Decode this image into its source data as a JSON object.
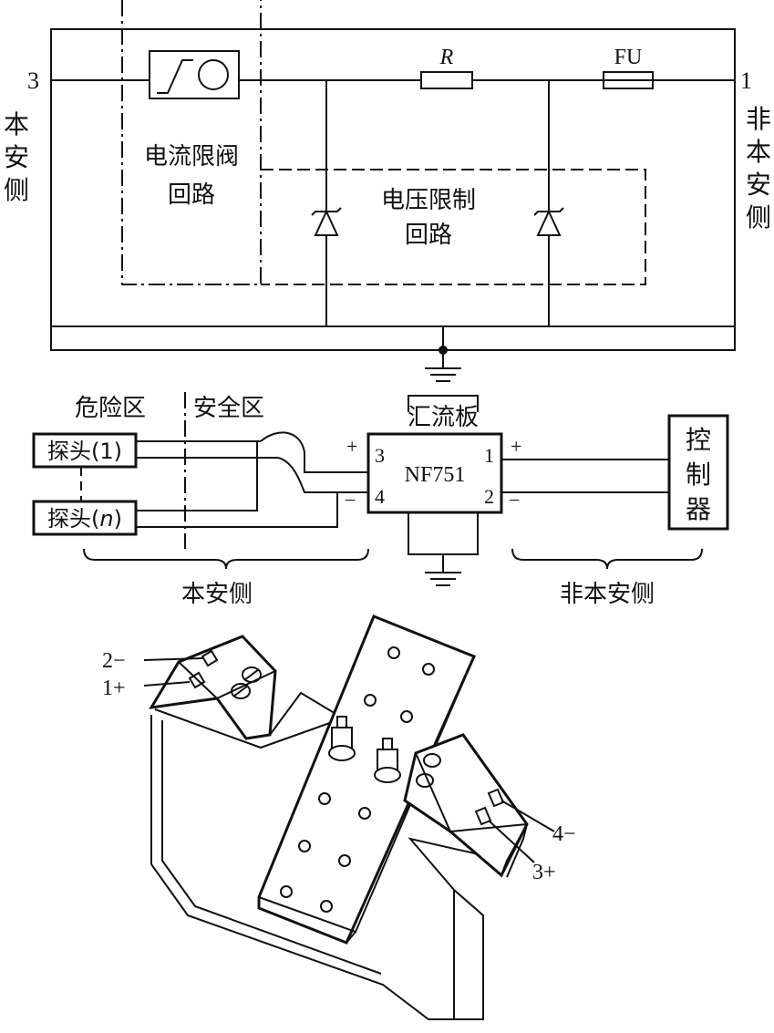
{
  "circuit": {
    "left_terminal": "3",
    "right_terminal": "1",
    "left_side_label": "本安侧",
    "right_side_label": "非本安侧",
    "current_limit_label": [
      "电流限阀",
      "回路"
    ],
    "voltage_limit_label": [
      "电压限制",
      "回路"
    ],
    "resistor_label": "R",
    "fuse_label": "FU"
  },
  "wiring": {
    "hazard_zone": "危险区",
    "safe_zone": "安全区",
    "probe_1": "探头(1)",
    "probe_n_prefix": "探头(",
    "probe_n_var": "n",
    "probe_n_suffix": ")",
    "busbar_label": "汇流板",
    "device_name": "NF751",
    "pin_3": "3",
    "pin_4": "4",
    "pin_1": "1",
    "pin_2": "2",
    "plus": "+",
    "minus": "−",
    "controller_label": [
      "控",
      "制",
      "器"
    ],
    "left_brace_label": "本安侧",
    "right_brace_label": "非本安侧"
  },
  "device3d": {
    "term_2": "2−",
    "term_1": "1+",
    "term_4": "4−",
    "term_3": "3+"
  }
}
